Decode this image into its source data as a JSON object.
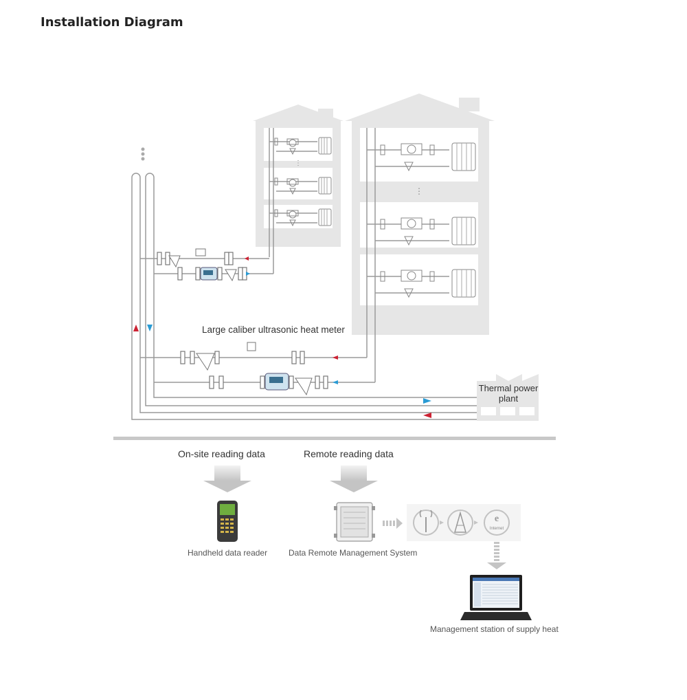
{
  "page": {
    "title": "Installation Diagram"
  },
  "diagram": {
    "meter_label": "Large caliber ultrasonic heat meter",
    "plant_label_line1": "Thermal power",
    "plant_label_line2": "plant"
  },
  "reading": {
    "onsite_label": "On-site reading data",
    "remote_label": "Remote reading data",
    "handheld_label": "Handheld data reader",
    "dms_label": "Data Remote Management System",
    "station_label": "Management station of supply heat",
    "internet_label": "Internet"
  },
  "colors": {
    "building": "#e6e6e6",
    "pipe": "#9a9a9a",
    "supply_arrow": "#cc2233",
    "return_arrow": "#2a9bd4",
    "divider": "#c8c8c8"
  }
}
